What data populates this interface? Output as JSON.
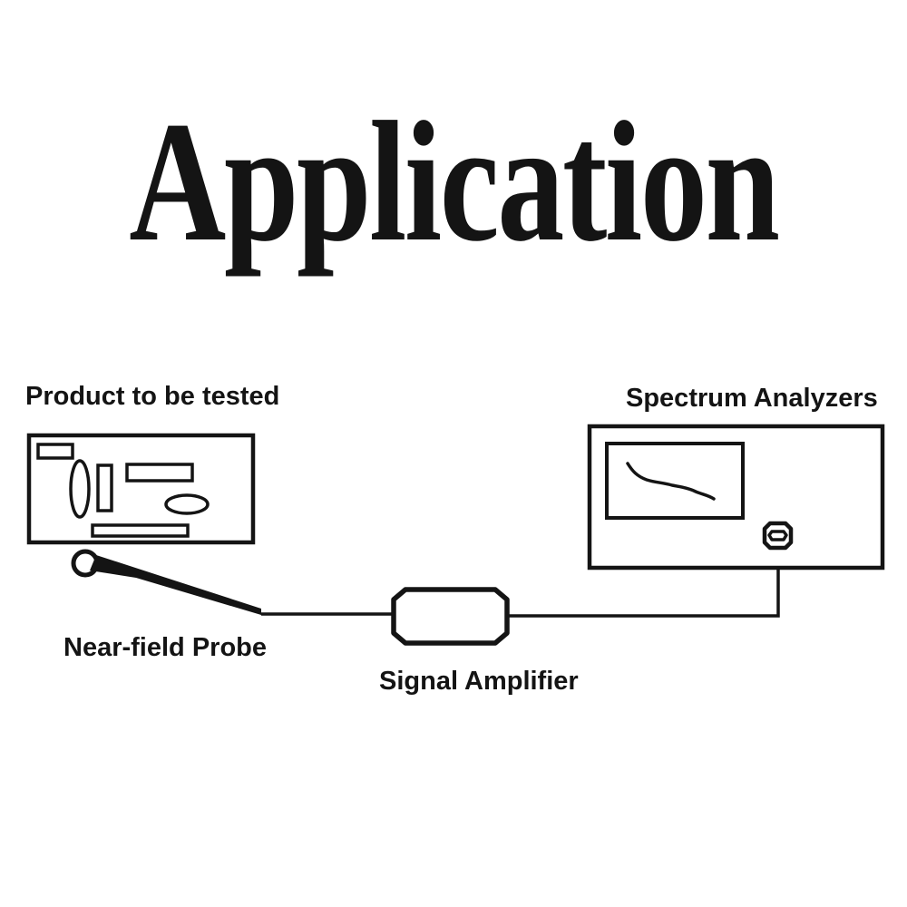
{
  "title": "Application",
  "diagram": {
    "product_label": "Product to be tested",
    "spectrum_label": "Spectrum Analyzers",
    "probe_label": "Near-field Probe",
    "amplifier_label": "Signal Amplifier"
  },
  "colors": {
    "ink": "#141414",
    "background": "#ffffff"
  }
}
